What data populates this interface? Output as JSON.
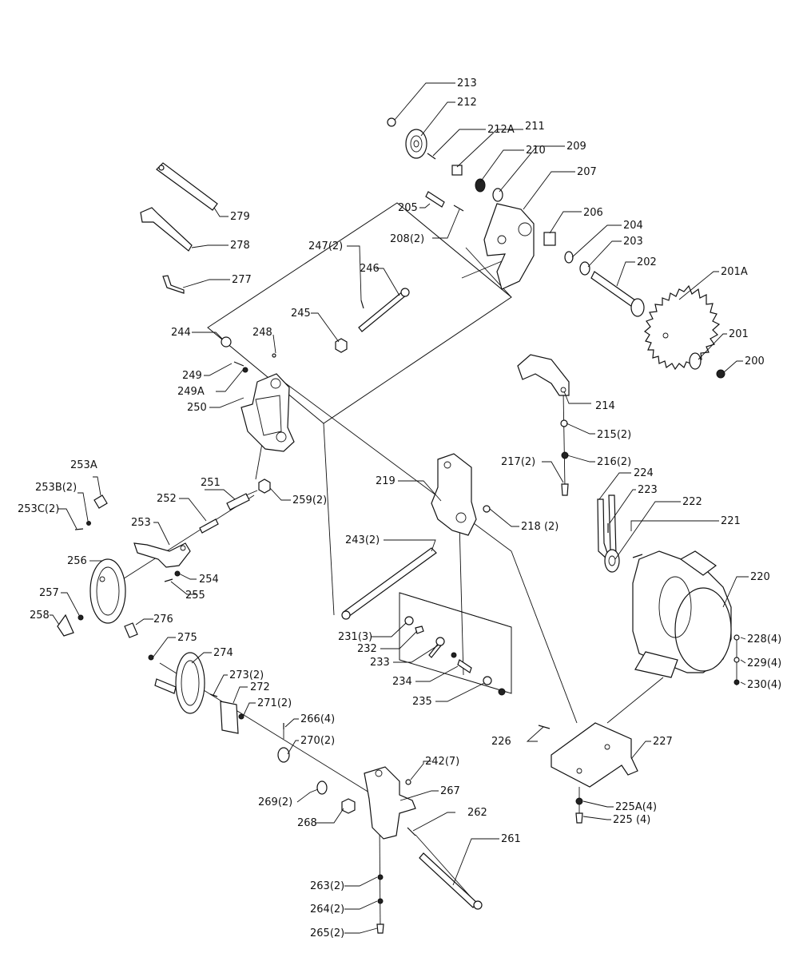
{
  "labels": {
    "p200": "200",
    "p201": "201",
    "p201A": "201A",
    "p202": "202",
    "p203": "203",
    "p204": "204",
    "p205": "205",
    "p206": "206",
    "p207": "207",
    "p208": "208(2)",
    "p209": "209",
    "p210": "210",
    "p211": "211",
    "p212": "212",
    "p212A": "212A",
    "p213": "213",
    "p214": "214",
    "p215": "215(2)",
    "p216": "216(2)",
    "p217": "217(2)",
    "p218": "218 (2)",
    "p219": "219",
    "p220": "220",
    "p221": "221",
    "p222": "222",
    "p223": "223",
    "p224": "224",
    "p225": "225 (4)",
    "p225A": "225A(4)",
    "p226": "226",
    "p227": "227",
    "p228": "228(4)",
    "p229": "229(4)",
    "p230": "230(4)",
    "p231": "231(3)",
    "p232": "232",
    "p233": "233",
    "p234": "234",
    "p235": "235",
    "p242": "242(7)",
    "p243": "243(2)",
    "p244": "244",
    "p245": "245",
    "p246": "246",
    "p247": "247(2)",
    "p248": "248",
    "p249": "249",
    "p249A": "249A",
    "p250": "250",
    "p251": "251",
    "p252": "252",
    "p253": "253",
    "p253A": "253A",
    "p253B": "253B(2)",
    "p253C": "253C(2)",
    "p254": "254",
    "p255": "255",
    "p256": "256",
    "p257": "257",
    "p258": "258",
    "p259": "259(2)",
    "p261": "261",
    "p262": "262",
    "p263": "263(2)",
    "p264": "264(2)",
    "p265": "265(2)",
    "p266": "266(4)",
    "p267": "267",
    "p268": "268",
    "p269": "269(2)",
    "p270": "270(2)",
    "p271": "271(2)",
    "p272": "272",
    "p273": "273(2)",
    "p274": "274",
    "p275": "275",
    "p276": "276",
    "p277": "277",
    "p278": "278",
    "p279": "279"
  }
}
